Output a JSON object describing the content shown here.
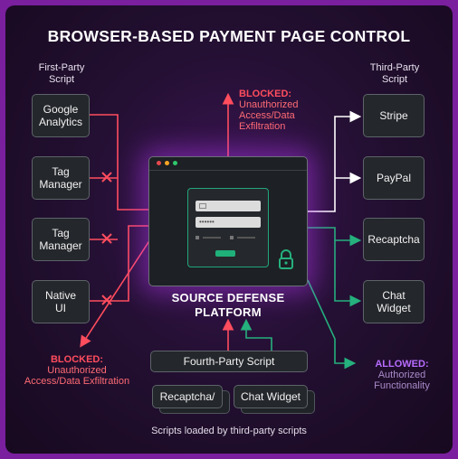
{
  "title": "BROWSER-BASED PAYMENT PAGE CONTROL",
  "first_party": {
    "heading": "First-Party\nScript",
    "items": [
      "Google\nAnalytics",
      "Tag\nManager",
      "Tag\nManager",
      "Native\nUI"
    ]
  },
  "third_party": {
    "heading": "Third-Party\nScript",
    "items": [
      "Stripe",
      "PayPal",
      "Recaptcha",
      "Chat\nWidget"
    ]
  },
  "blocked_top": {
    "word": "BLOCKED:",
    "text": "Unauthorized\nAccess/Data\nExfiltration"
  },
  "blocked_bottom": {
    "word": "BLOCKED:",
    "text": "Unauthorized\nAccess/Data Exfiltration"
  },
  "allowed": {
    "word": "ALLOWED:",
    "text": "Authorized\nFunctionality"
  },
  "platform": {
    "name": "SOURCE DEFENSE\nPLATFORM",
    "password_mask": "••••••",
    "window_dots": [
      "#e5484d",
      "#f5a524",
      "#30c76e"
    ]
  },
  "fourth_party": {
    "label": "Fourth-Party Script",
    "items": [
      "Recaptcha/",
      "Chat Widget"
    ]
  },
  "footer": "Scripts loaded by third-party scripts",
  "colors": {
    "blocked": "#ff4d5e",
    "allowed": "#25b07d",
    "neutral": "#ffffff",
    "accent": "#b76cff"
  }
}
